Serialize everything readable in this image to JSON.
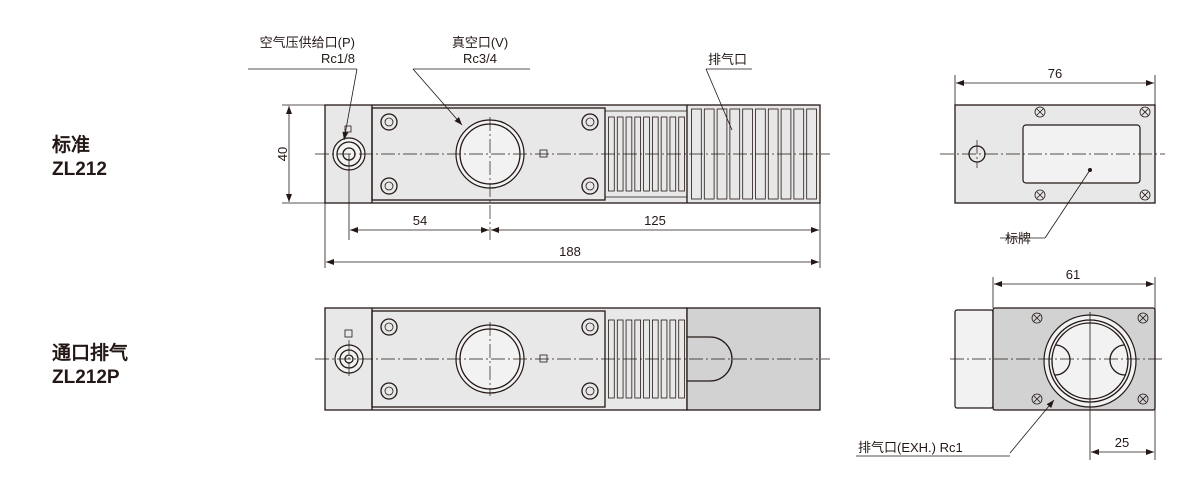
{
  "models": [
    {
      "name": "标准",
      "code": "ZL212"
    },
    {
      "name": "通口排气",
      "code": "ZL212P"
    }
  ],
  "labels": {
    "supply_port": "空气压供给口(P)",
    "supply_port_size": "Rc1/8",
    "vacuum_port": "真空口(V)",
    "vacuum_port_size": "Rc3/4",
    "exhaust_port": "排气口",
    "nameplate": "标牌",
    "exhaust_port_exh": "排气口(EXH.) Rc1"
  },
  "dimensions": {
    "height": "40",
    "p_to_v": "54",
    "v_to_end": "125",
    "overall_length": "188",
    "width_top": "76",
    "width_ported": "61",
    "exh_offset": "25"
  }
}
